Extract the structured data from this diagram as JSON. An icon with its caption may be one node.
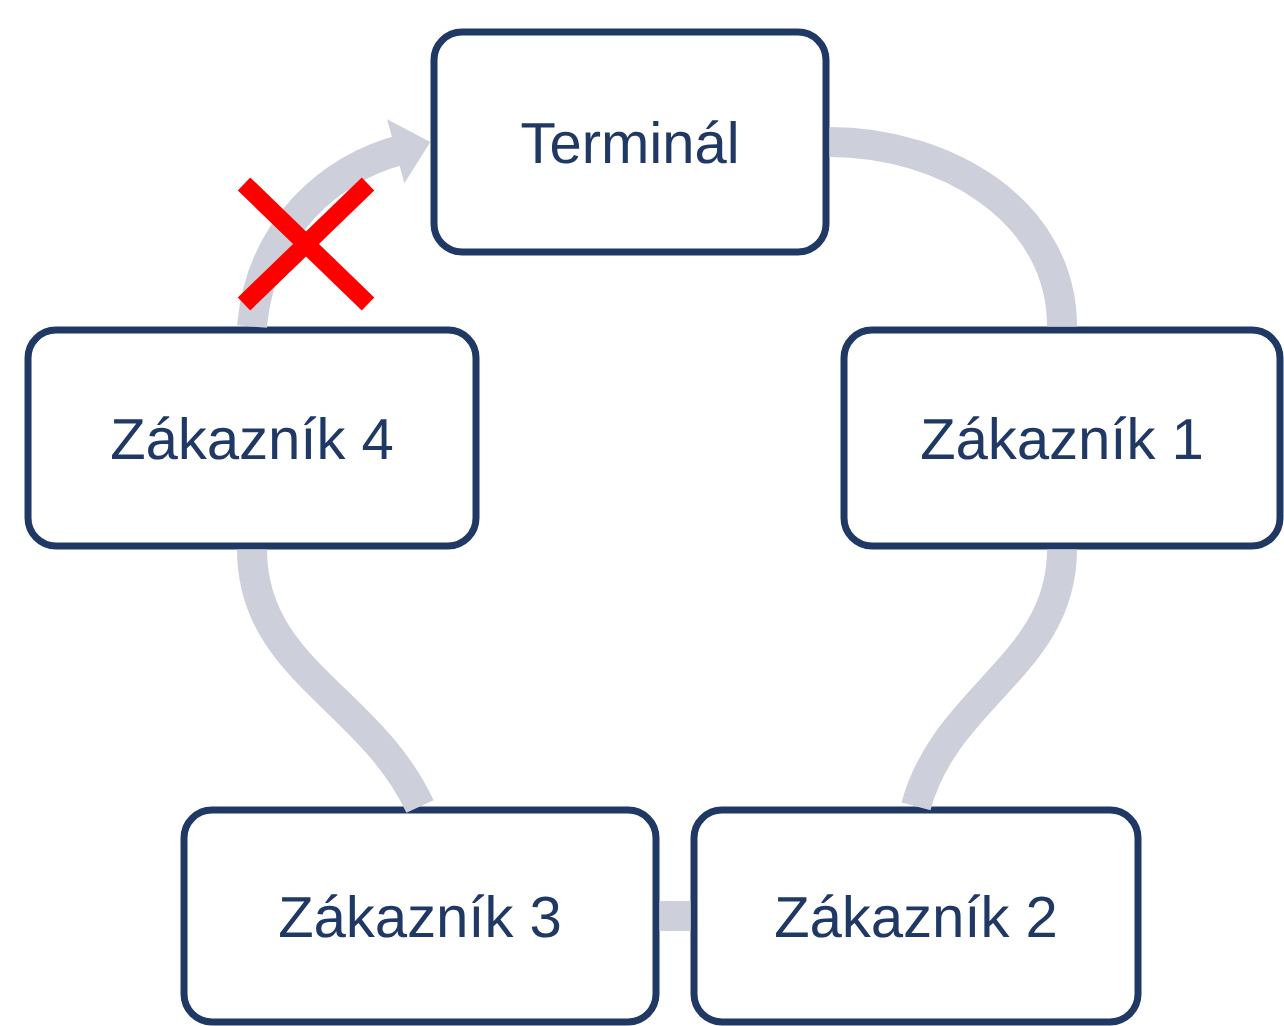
{
  "diagram": {
    "nodes": [
      {
        "text": [
          "Terminál"
        ]
      },
      {
        "text": [
          "Zákazník 1"
        ]
      },
      {
        "text": [
          "Zákazník 2"
        ]
      },
      {
        "text": [
          "Zákazník 3"
        ]
      },
      {
        "text": [
          "Zákazník 4"
        ]
      }
    ],
    "edges": [
      {
        "from": 0,
        "to": 1,
        "arrow": "none"
      },
      {
        "from": 1,
        "to": 2,
        "arrow": "none"
      },
      {
        "from": 2,
        "to": 3,
        "arrow": "none"
      },
      {
        "from": 3,
        "to": 4,
        "arrow": "none"
      },
      {
        "from": 4,
        "to": 0,
        "arrow": "to"
      }
    ]
  }
}
